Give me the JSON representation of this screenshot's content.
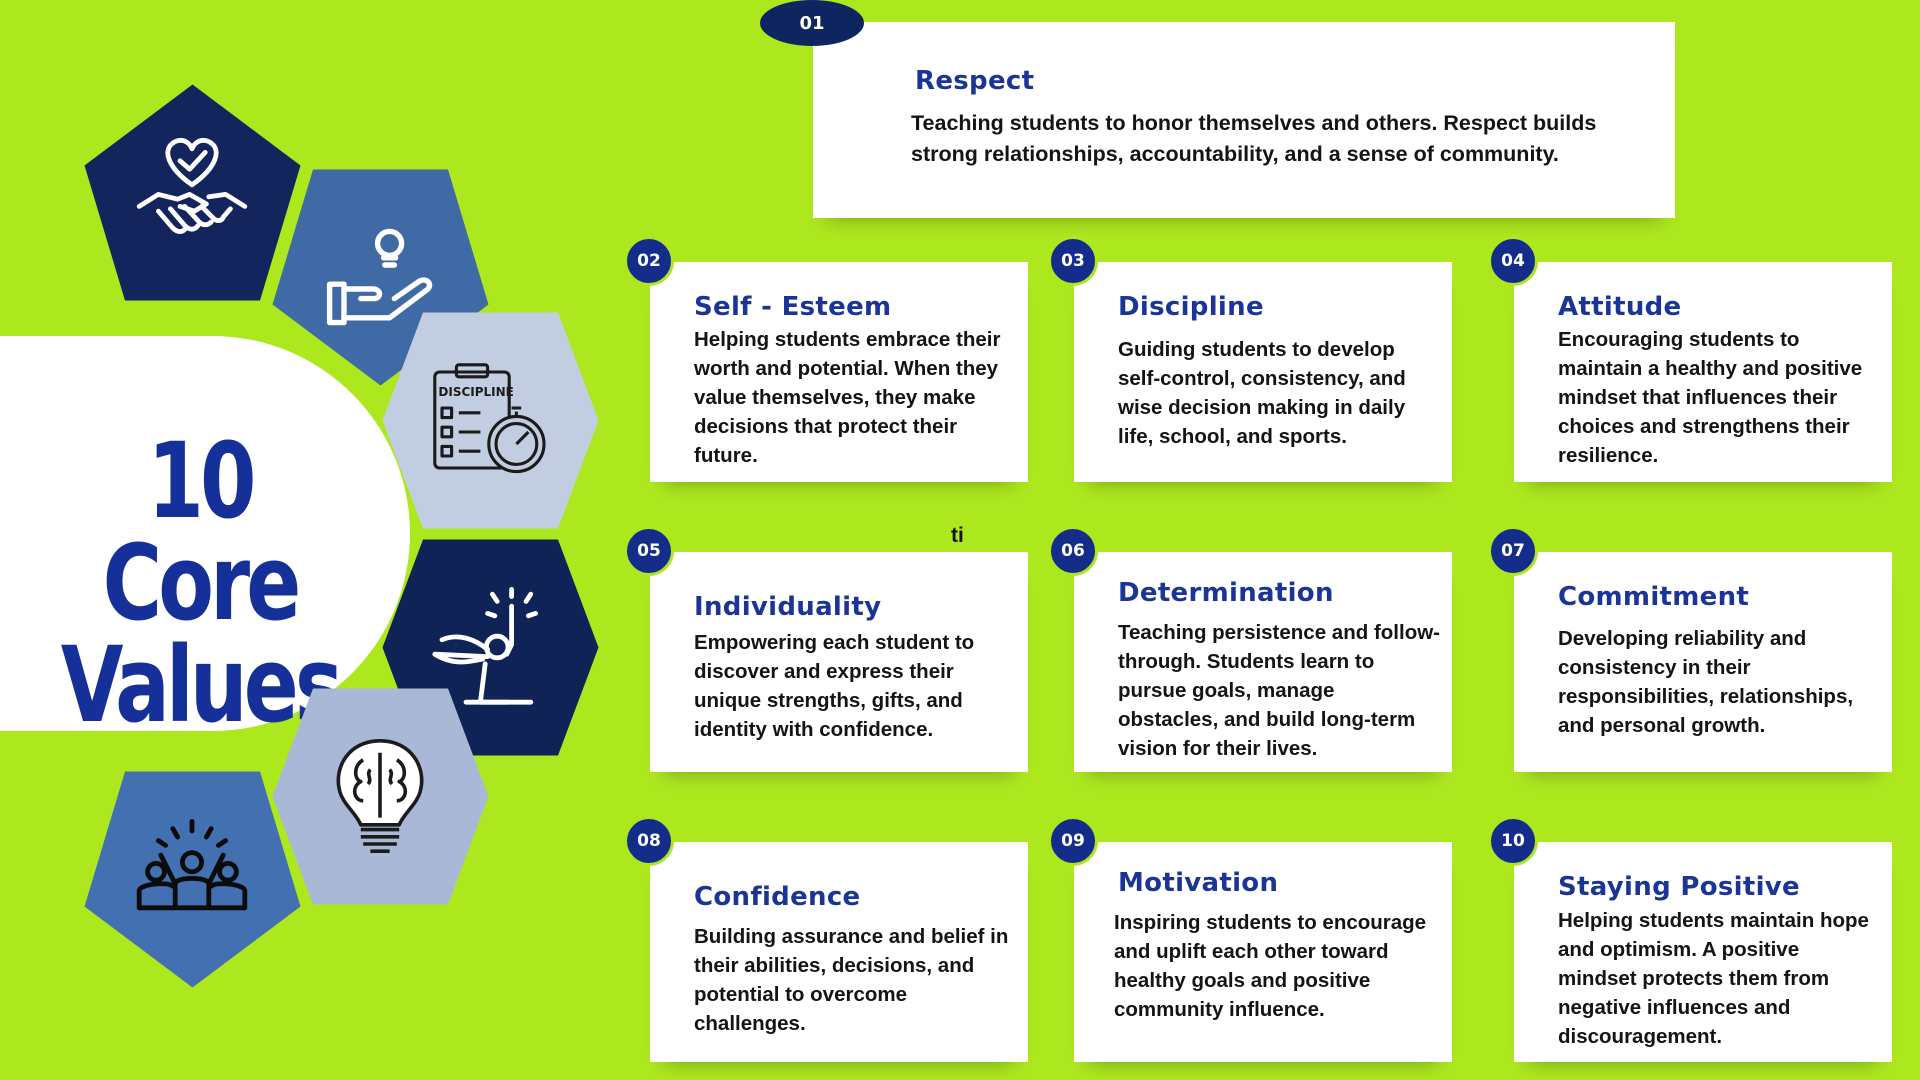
{
  "hero": {
    "title_line1": "10 Core",
    "title_line2": "Values"
  },
  "stray_text": "ti",
  "pentagons": [
    {
      "icon": "heart-handshake-icon",
      "fill": "#13255c"
    },
    {
      "icon": "hand-lightbulb-icon",
      "fill": "#3f6aa6"
    },
    {
      "icon": "clipboard-stopwatch-icon",
      "fill": "#c3cde2",
      "icon_text": "DISCIPLINE"
    },
    {
      "icon": "raised-fist-figure-icon",
      "fill": "#0f2356"
    },
    {
      "icon": "brain-lightbulb-icon",
      "fill": "#a9b8d6"
    },
    {
      "icon": "cheering-group-icon",
      "fill": "#4270b0"
    }
  ],
  "values": [
    {
      "num": "01",
      "title": "Respect",
      "text": "Teaching students to honor themselves and others. Respect builds strong relationships, accountability, and a sense of community."
    },
    {
      "num": "02",
      "title": "Self - Esteem",
      "text": "Helping students embrace their worth and potential. When they value themselves, they make decisions that protect their future."
    },
    {
      "num": "03",
      "title": "Discipline",
      "text": "Guiding students to develop self-control, consistency, and wise decision making in daily life, school, and sports."
    },
    {
      "num": "04",
      "title": "Attitude",
      "text": "Encouraging students to maintain a healthy and positive mindset that influences their choices and strengthens their resilience."
    },
    {
      "num": "05",
      "title": "Individuality",
      "text": "Empowering each student to discover and express their unique strengths, gifts, and identity with confidence."
    },
    {
      "num": "06",
      "title": "Determination",
      "text": "Teaching persistence and follow-through. Students learn to pursue goals, manage obstacles, and build long-term vision for their lives."
    },
    {
      "num": "07",
      "title": "Commitment",
      "text": "Developing reliability and consistency in their responsibilities, relationships, and personal growth."
    },
    {
      "num": "08",
      "title": "Confidence",
      "text": "Building assurance and belief in their abilities, decisions, and potential to overcome challenges."
    },
    {
      "num": "09",
      "title": "Motivation",
      "text": "Inspiring students to encourage and uplift each other toward healthy goals and positive community influence."
    },
    {
      "num": "10",
      "title": "Staying Positive",
      "text": "Helping students maintain hope and optimism. A positive mindset protects them from negative influences and discouragement."
    }
  ],
  "colors": {
    "background": "#ade81f",
    "navy": "#16309a",
    "badge": "#152d8a",
    "text": "#141414"
  }
}
